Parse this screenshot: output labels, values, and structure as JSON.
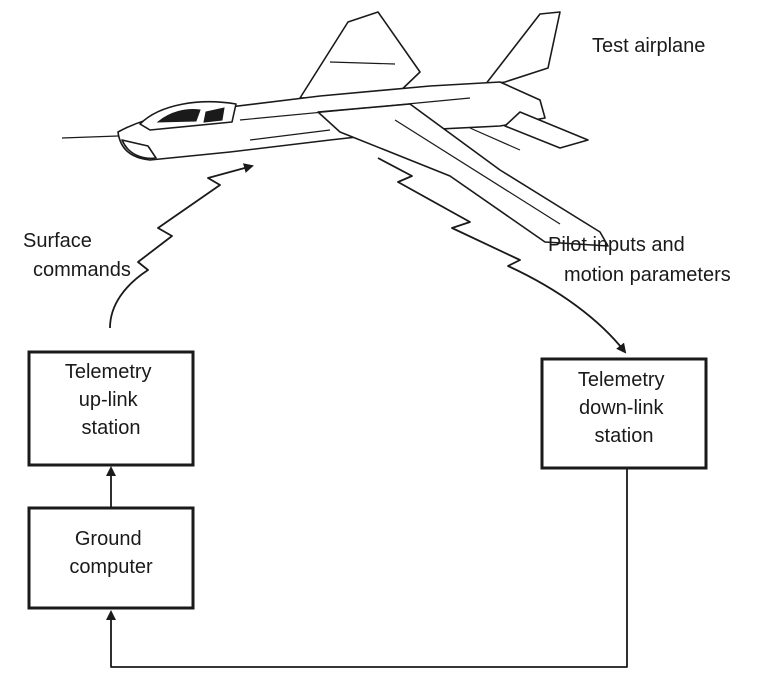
{
  "labels": {
    "airplane": "Test airplane",
    "uplink_signal": [
      "Surface",
      "commands"
    ],
    "downlink_signal": [
      "Pilot inputs and",
      "motion parameters"
    ]
  },
  "boxes": {
    "uplink_station": [
      "Telemetry",
      "up-link",
      "station"
    ],
    "ground_computer": [
      "Ground",
      "computer"
    ],
    "downlink_station": [
      "Telemetry",
      "down-link",
      "station"
    ]
  },
  "icons": [
    "test-airplane-drawing"
  ]
}
